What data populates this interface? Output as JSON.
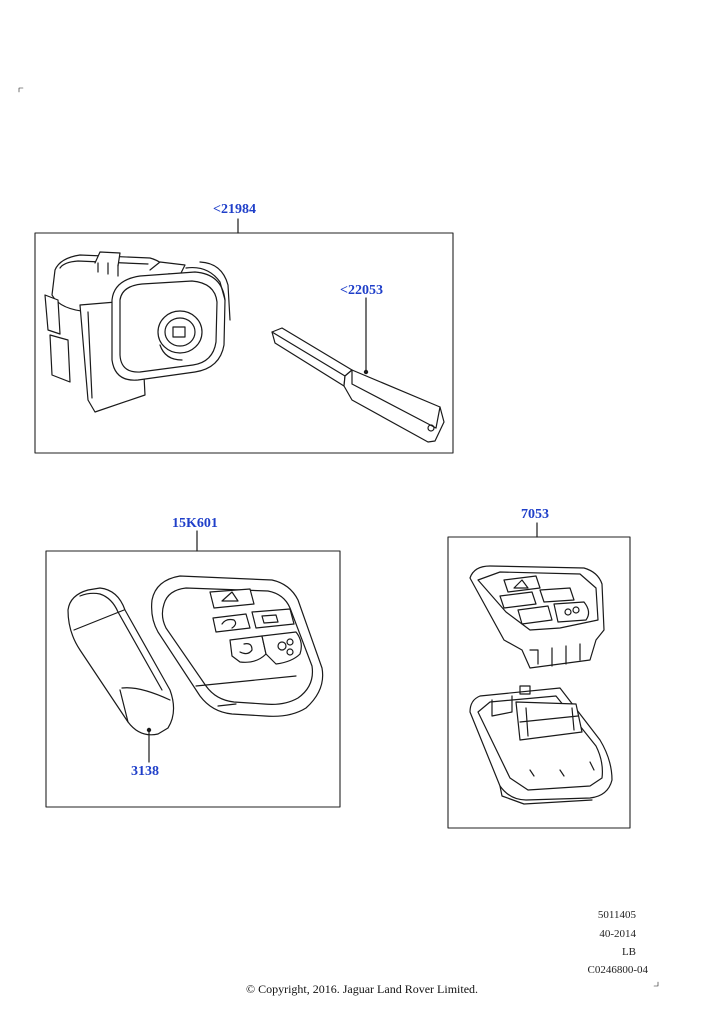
{
  "callouts": {
    "ignition_switch": "<21984",
    "key_blade": "<22053",
    "remote_assembly": "15K601",
    "battery_cover": "3138",
    "remote_case": "7053"
  },
  "meta": {
    "line1": "5011405",
    "line2": "40-2014",
    "line3": "LB",
    "line4": "C0246800-04"
  },
  "copyright": "© Copyright, 2016. Jaguar Land Rover Limited.",
  "colors": {
    "callout": "#1f3fc9",
    "line": "#1a1a1a",
    "panel_border": "#222222"
  }
}
